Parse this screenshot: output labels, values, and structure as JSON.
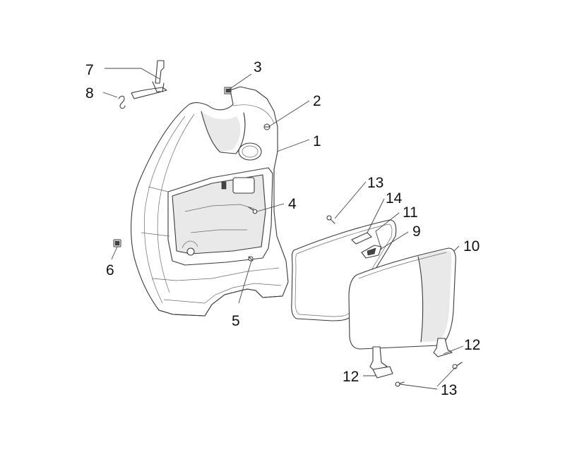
{
  "callouts": [
    {
      "id": "c1",
      "label": "1"
    },
    {
      "id": "c2",
      "label": "2"
    },
    {
      "id": "c3",
      "label": "3"
    },
    {
      "id": "c4",
      "label": "4"
    },
    {
      "id": "c5",
      "label": "5"
    },
    {
      "id": "c6",
      "label": "6"
    },
    {
      "id": "c7",
      "label": "7"
    },
    {
      "id": "c8",
      "label": "8"
    },
    {
      "id": "c9",
      "label": "9"
    },
    {
      "id": "c10",
      "label": "10"
    },
    {
      "id": "c11",
      "label": "11"
    },
    {
      "id": "c12a",
      "label": "12"
    },
    {
      "id": "c12b",
      "label": "12"
    },
    {
      "id": "c13a",
      "label": "13"
    },
    {
      "id": "c13b",
      "label": "13"
    },
    {
      "id": "c14",
      "label": "14"
    }
  ],
  "colors": {
    "line": "#3a3a3a",
    "background": "#ffffff"
  }
}
